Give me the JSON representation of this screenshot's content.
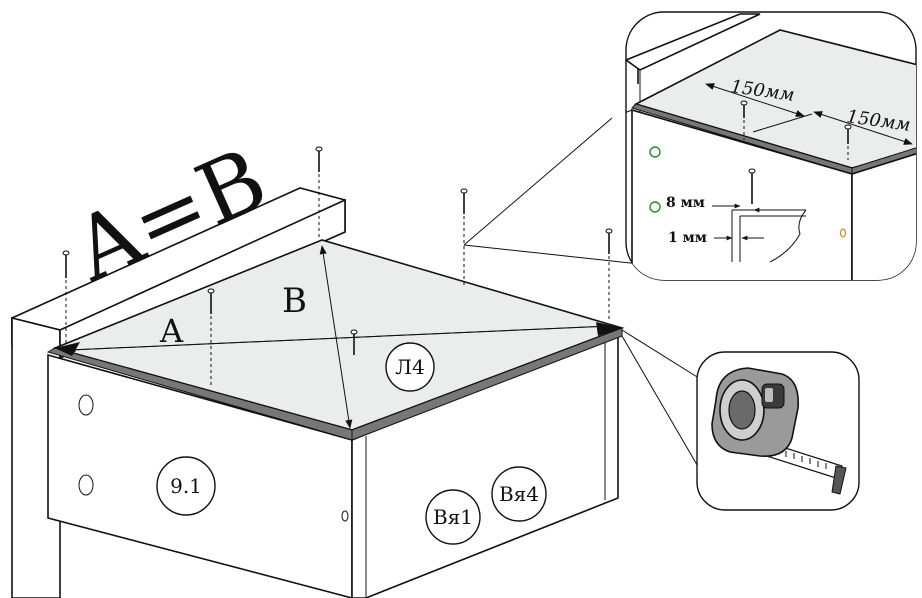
{
  "title": "A=B",
  "diagonals": {
    "a": "A",
    "b": "B"
  },
  "parts": {
    "top_panel": "Л4",
    "front_panel": "9.1",
    "side_label_1": "Вя1",
    "side_label_2": "Вя4"
  },
  "detail": {
    "spacing_1": "150мм",
    "spacing_2": "150мм",
    "offset_8": "8 мм",
    "offset_1": "1 мм"
  },
  "tool": {
    "name": "tape-measure"
  }
}
